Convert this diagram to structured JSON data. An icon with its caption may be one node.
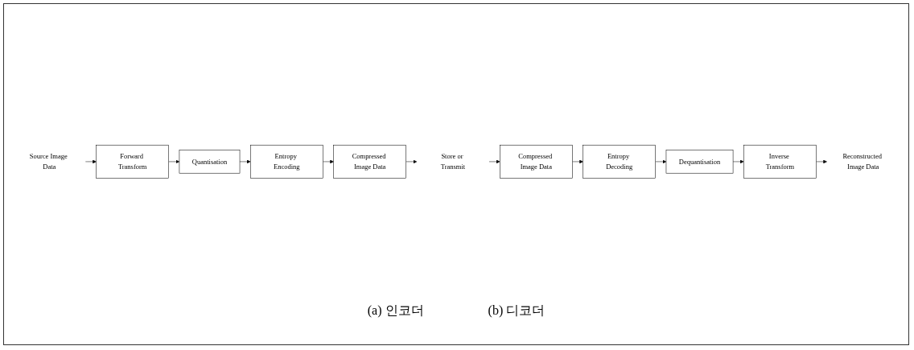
{
  "diagram": {
    "nodes": [
      {
        "text": [
          "Source Image Data"
        ]
      },
      {
        "text": [
          "Forward Transform"
        ]
      },
      {
        "text": [
          "Quantisation"
        ]
      },
      {
        "text": [
          "Entropy Encoding"
        ]
      },
      {
        "text": [
          "Compressed Image Data"
        ]
      },
      {
        "text": [
          "Store or Transmit"
        ]
      },
      {
        "text": [
          "Compressed Image Data"
        ]
      },
      {
        "text": [
          "Entropy Decoding"
        ]
      },
      {
        "text": [
          "Dequantisation"
        ]
      },
      {
        "text": [
          "Inverse Transform"
        ]
      },
      {
        "text": [
          "Reconstructed Image Data"
        ]
      }
    ],
    "edges": [
      {
        "from": 0,
        "to": 1,
        "arrow": "to"
      },
      {
        "from": 1,
        "to": 2,
        "arrow": "to"
      },
      {
        "from": 2,
        "to": 3,
        "arrow": "to"
      },
      {
        "from": 3,
        "to": 4,
        "arrow": "to"
      },
      {
        "from": 4,
        "to": 5,
        "arrow": "to"
      },
      {
        "from": 5,
        "to": 6,
        "arrow": "to"
      },
      {
        "from": 6,
        "to": 7,
        "arrow": "to"
      },
      {
        "from": 7,
        "to": 8,
        "arrow": "to"
      },
      {
        "from": 8,
        "to": 9,
        "arrow": "to"
      },
      {
        "from": 9,
        "to": 10,
        "arrow": "to"
      }
    ],
    "labels": [
      "(a) 인코더",
      "(b) 디코더"
    ]
  }
}
